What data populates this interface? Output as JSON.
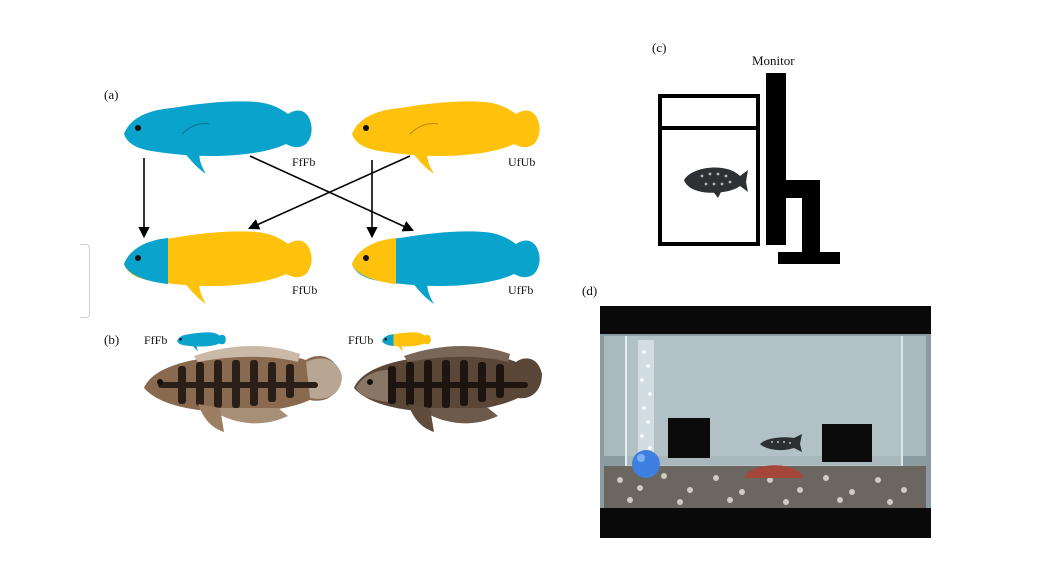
{
  "panels": {
    "a": {
      "letter": "(a)"
    },
    "b": {
      "letter": "(b)"
    },
    "c": {
      "letter": "(c)",
      "monitor_label": "Monitor"
    },
    "d": {
      "letter": "(d)"
    }
  },
  "fish": {
    "top_left": {
      "label": "FfFb",
      "face": "blue",
      "body": "blue"
    },
    "top_right": {
      "label": "UfUb",
      "face": "yellow",
      "body": "yellow"
    },
    "bottom_left": {
      "label": "FfUb",
      "face": "blue",
      "body": "yellow"
    },
    "bottom_right": {
      "label": "UfFb",
      "face": "yellow",
      "body": "blue"
    }
  },
  "photo_labels": {
    "left": "FfFb",
    "right": "FfUb"
  },
  "colors": {
    "blue": "#0aa3cc",
    "yellow": "#fec20c",
    "black": "#000000"
  }
}
